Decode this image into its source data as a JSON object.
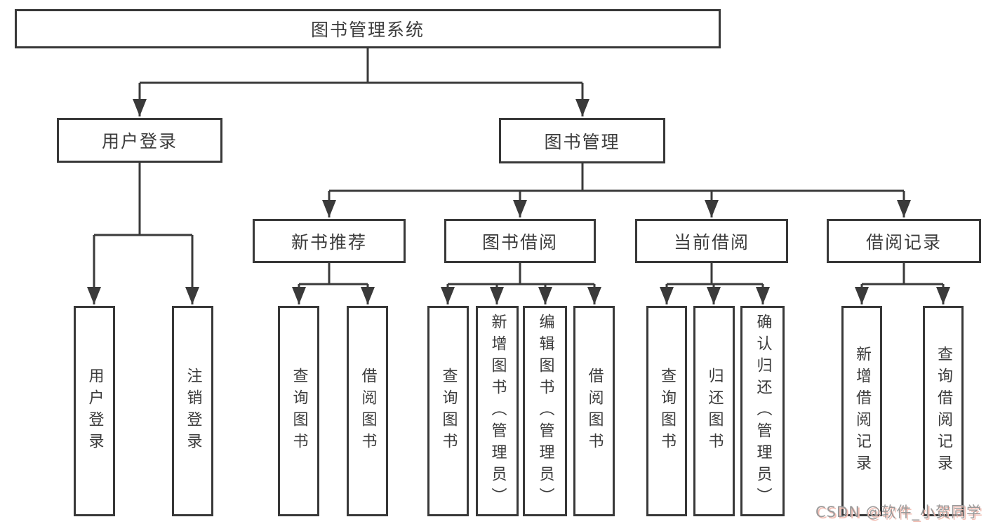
{
  "root": "图书管理系统",
  "level2": [
    "用户登录",
    "图书管理"
  ],
  "level3": [
    "新书推荐",
    "图书借阅",
    "当前借阅",
    "借阅记录"
  ],
  "leaves": {
    "login": [
      "用户登录",
      "注销登录"
    ],
    "recommend": [
      "查询图书",
      "借阅图书"
    ],
    "borrow": [
      "查询图书",
      "新增图书（管理员）",
      "编辑图书（管理员）",
      "借阅图书"
    ],
    "current": [
      "查询图书",
      "归还图书",
      "确认归还（管理员）"
    ],
    "records": [
      "新增借阅记录",
      "查询借阅记录"
    ]
  },
  "watermark": "CSDN @软件_小贺同学",
  "colors": {
    "line": "#3a3a3a",
    "box_border": "#383838",
    "box_fill": "#ffffff",
    "text": "#3c3c3c",
    "watermark_text": "#9a9a9a",
    "watermark_shadow": "#f2beb4",
    "background": "#ffffff"
  }
}
